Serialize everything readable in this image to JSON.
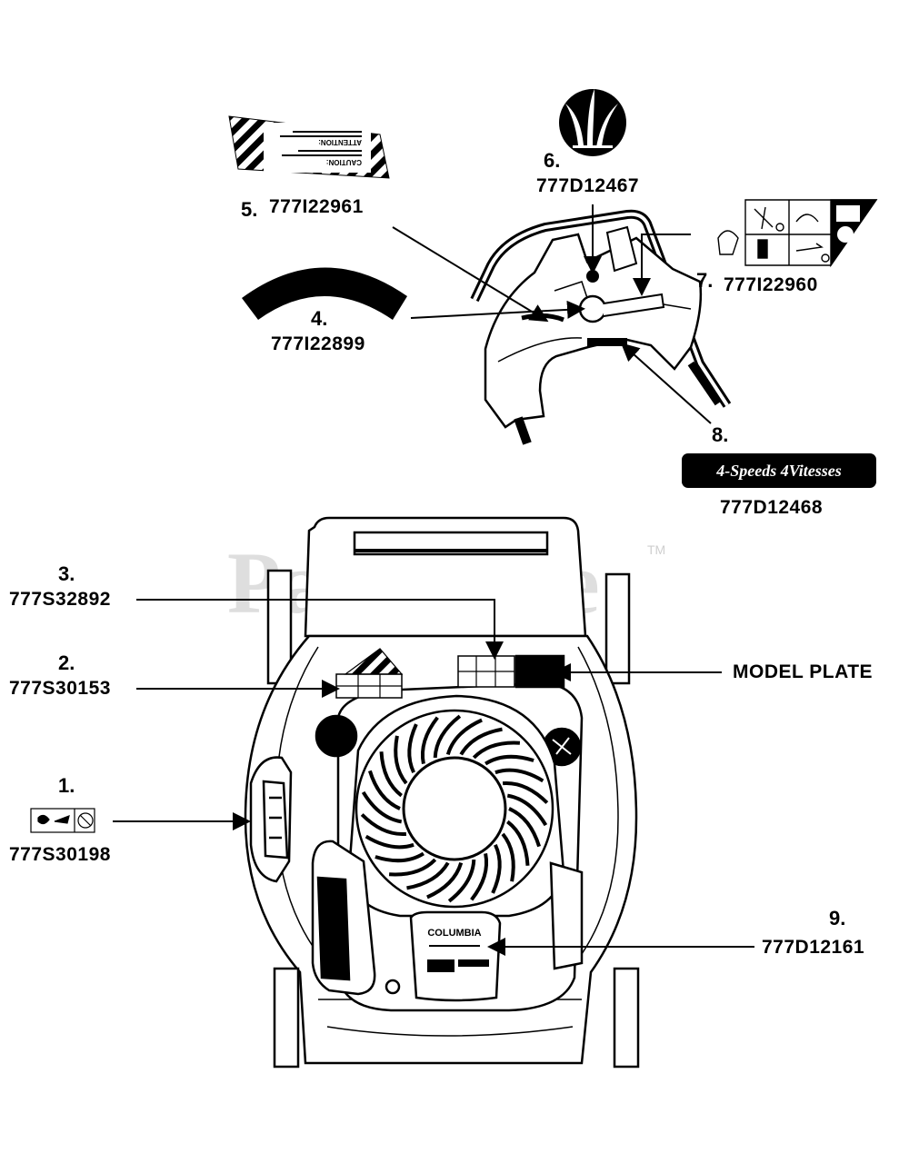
{
  "watermark": {
    "text": "PartsTree",
    "tm": "TM"
  },
  "callouts": [
    {
      "num": "1.",
      "part": "777S30198"
    },
    {
      "num": "2.",
      "part": "777S30153"
    },
    {
      "num": "3.",
      "part": "777S32892"
    },
    {
      "num": "4.",
      "part": "777I22899"
    },
    {
      "num": "5.",
      "part": "777I22961"
    },
    {
      "num": "6.",
      "part": "777D12467"
    },
    {
      "num": "7.",
      "part": "777I22960"
    },
    {
      "num": "8.",
      "part": "777D12468"
    },
    {
      "num": "9.",
      "part": "777D12161"
    }
  ],
  "model_plate": "MODEL PLATE",
  "speed_decal": "4-Speeds  4Vitesses",
  "brand_decal": "COLUMBIA",
  "caution_decal": "CAUTION:",
  "attention_decal": "ATTENTION:"
}
